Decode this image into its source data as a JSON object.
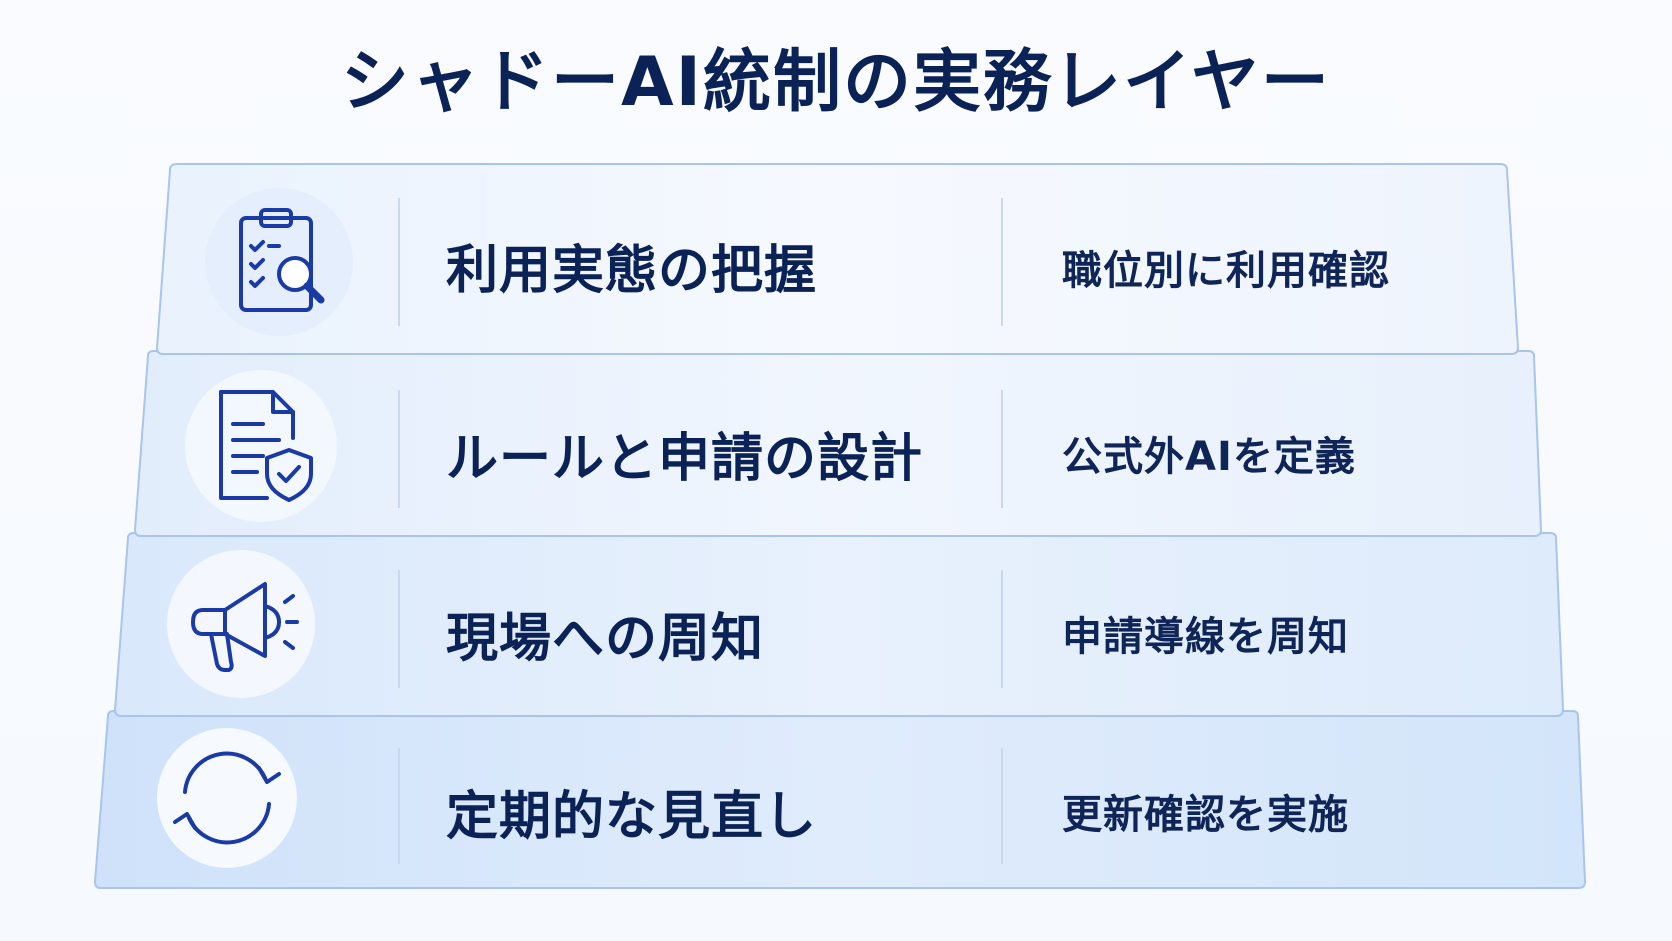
{
  "title": "シャドーAI統制の実務レイヤー",
  "layers": [
    {
      "label": "利用実態の把握",
      "detail": "職位別に利用確認",
      "icon": "clipboard-search-icon"
    },
    {
      "label": "ルールと申請の設計",
      "detail": "公式外AIを定義",
      "icon": "document-shield-icon"
    },
    {
      "label": "現場への周知",
      "detail": "申請導線を周知",
      "icon": "megaphone-icon"
    },
    {
      "label": "定期的な見直し",
      "detail": "更新確認を実施",
      "icon": "refresh-cycle-icon"
    }
  ],
  "colors": {
    "title": "#0b2257",
    "text": "#0b2257",
    "icon_stroke": "#1a3aa6",
    "border": "#a9c4ee"
  }
}
